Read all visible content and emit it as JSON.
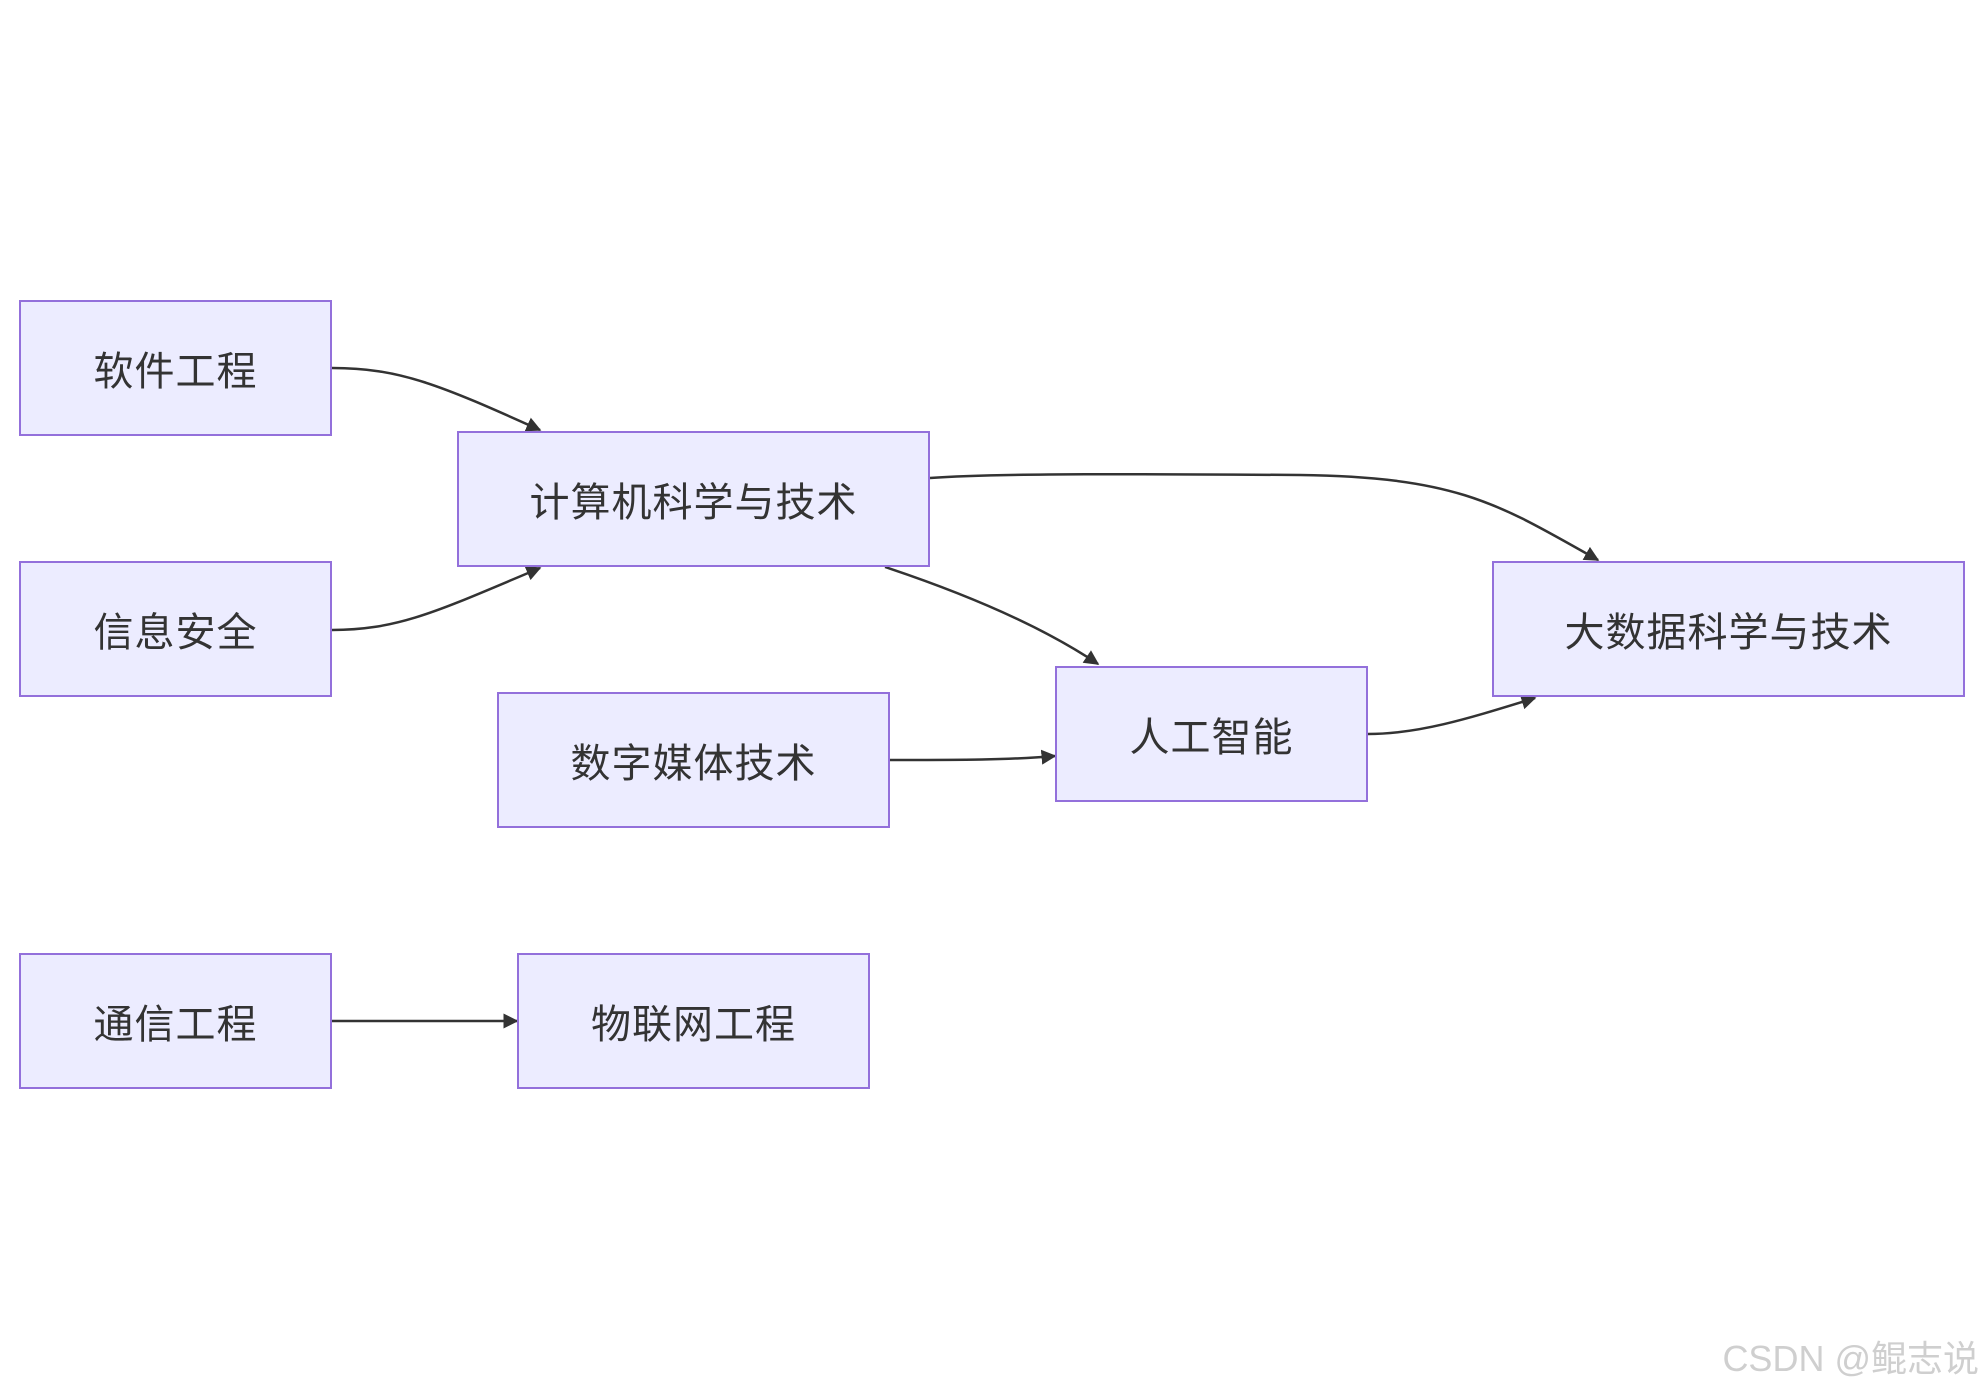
{
  "nodes": {
    "software_engineering": "软件工程",
    "information_security": "信息安全",
    "computer_science": "计算机科学与技术",
    "digital_media": "数字媒体技术",
    "artificial_intelligence": "人工智能",
    "big_data": "大数据科学与技术",
    "communication_engineering": "通信工程",
    "iot_engineering": "物联网工程"
  },
  "edges": [
    {
      "from": "software_engineering",
      "to": "computer_science"
    },
    {
      "from": "information_security",
      "to": "computer_science"
    },
    {
      "from": "computer_science",
      "to": "big_data"
    },
    {
      "from": "computer_science",
      "to": "artificial_intelligence"
    },
    {
      "from": "digital_media",
      "to": "artificial_intelligence"
    },
    {
      "from": "artificial_intelligence",
      "to": "big_data"
    },
    {
      "from": "communication_engineering",
      "to": "iot_engineering"
    }
  ],
  "colors": {
    "node_fill": "#ececff",
    "node_border": "#9370db",
    "edge": "#333333",
    "text": "#333333"
  },
  "watermark": "CSDN @鲲志说"
}
